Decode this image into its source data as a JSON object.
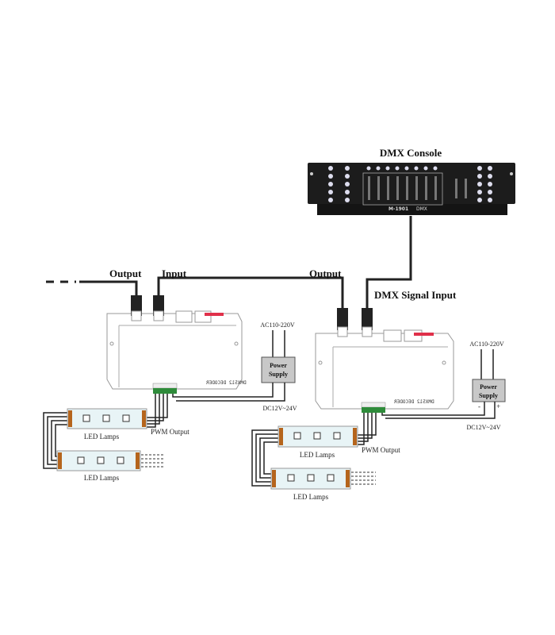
{
  "console": {
    "title": "DMX Console",
    "model": "M-1901",
    "brand": "DMX"
  },
  "cables": {
    "left_output": "Output",
    "left_input": "Input",
    "right_output": "Output",
    "signal_input": "DMX Signal Input"
  },
  "decoder_left": {
    "label": "DMX512 DECODER"
  },
  "decoder_right": {
    "label": "DMX512 DECODER"
  },
  "psu_left": {
    "ac": "AC110-220V",
    "line1": "Power",
    "line2": "Supply",
    "dc": "DC12V~24V"
  },
  "psu_right": {
    "ac": "AC110-220V",
    "line1": "Power",
    "line2": "Supply",
    "dc": "DC12V~24V",
    "minus": "-",
    "plus": "+"
  },
  "left_lamps": {
    "pwm": "PWM Output",
    "lamp1": "LED Lamps",
    "lamp2": "LED Lamps"
  },
  "right_lamps": {
    "pwm": "PWM Output",
    "lamp1": "LED Lamps",
    "lamp2": "LED Lamps"
  },
  "colors": {
    "console": "#1c1c1c",
    "terminal": "#2e8b3a",
    "psu": "#c8c8c8",
    "strip": "#e8f4f6",
    "pads": "#b5651d",
    "decoder_tag": "#e0304a"
  }
}
